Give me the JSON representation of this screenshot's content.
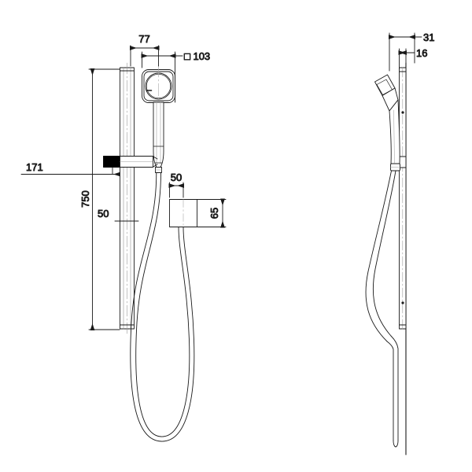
{
  "drawing": {
    "title": "Shower rail set technical drawing",
    "views": [
      {
        "name": "front-elevation",
        "label": ""
      },
      {
        "name": "side-elevation",
        "label": ""
      }
    ],
    "line_color": "#1a1a1a",
    "fill_color": "#ffffff",
    "accent_fill": "#000000"
  },
  "dimensions": {
    "front": {
      "width_77": "77",
      "plate_103": "□ 103",
      "height_171": "171",
      "height_750": "750",
      "offset_50": "50",
      "outlet_width_50": "50",
      "outlet_height_65": "65"
    },
    "side": {
      "depth_31": "31",
      "depth_16": "16"
    }
  },
  "labels": [
    {
      "name": "dim-77",
      "text": "77"
    },
    {
      "name": "dim-103",
      "text": "□ 103"
    },
    {
      "name": "dim-171",
      "text": "171"
    },
    {
      "name": "dim-750",
      "text": "750"
    },
    {
      "name": "dim-50-rail",
      "text": "50"
    },
    {
      "name": "dim-50-outlet",
      "text": "50"
    },
    {
      "name": "dim-65",
      "text": "65"
    },
    {
      "name": "dim-31",
      "text": "31"
    },
    {
      "name": "dim-16",
      "text": "16"
    }
  ]
}
